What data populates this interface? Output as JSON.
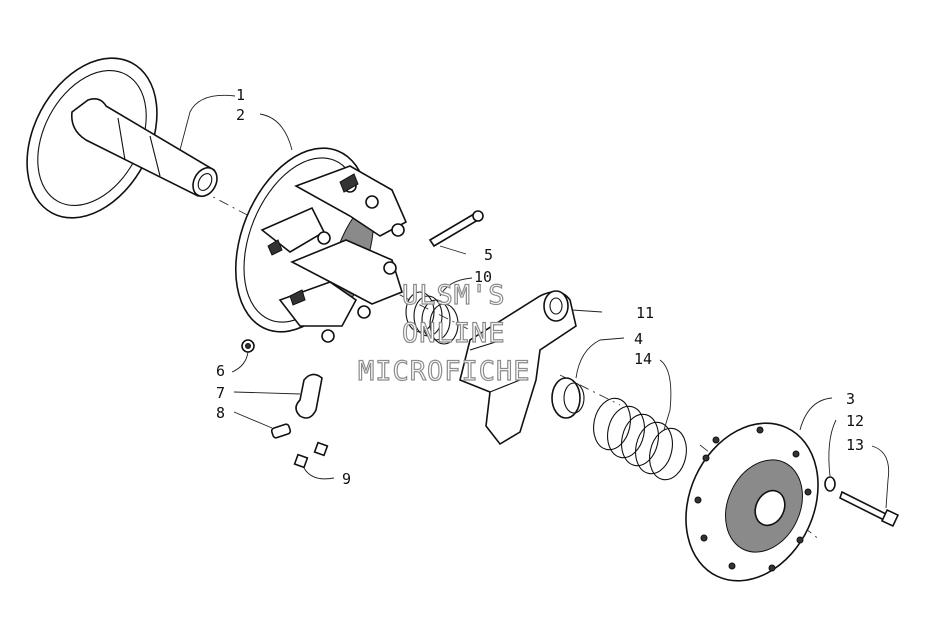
{
  "callouts": {
    "c1": "1",
    "c2": "2",
    "c3": "3",
    "c4": "4",
    "c5": "5",
    "c6": "6",
    "c7": "7",
    "c8": "8",
    "c9": "9",
    "c10": "10",
    "c11": "11",
    "c12": "12",
    "c13": "13",
    "c14": "14"
  },
  "watermark": {
    "line1": "ULSM'S",
    "line2": "ONLINE",
    "line3": "MICROFICHE"
  }
}
